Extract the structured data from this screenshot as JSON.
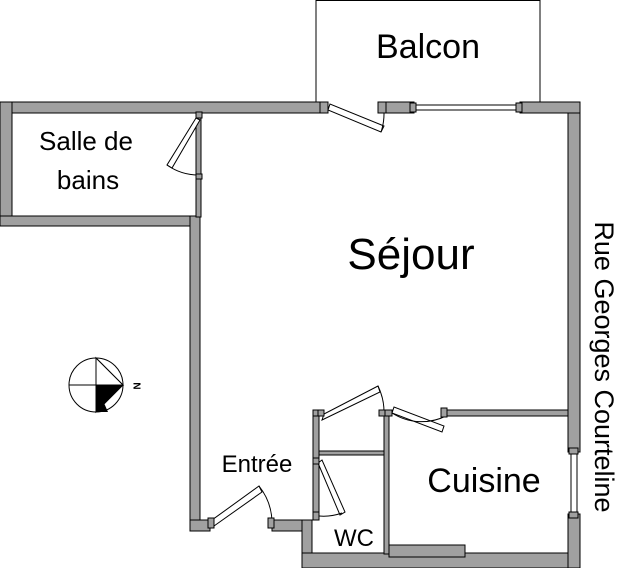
{
  "rooms": {
    "balcon": "Balcon",
    "salle_de_bains_line1": "Salle de",
    "salle_de_bains_line2": "bains",
    "sejour": "Séjour",
    "entree": "Entrée",
    "cuisine": "Cuisine",
    "wc": "WC"
  },
  "street": "Rue Georges Courteline",
  "compass": {
    "north_label": "N"
  },
  "colors": {
    "wall_fill": "#a0a0a0",
    "line": "#000000",
    "background": "#ffffff"
  }
}
